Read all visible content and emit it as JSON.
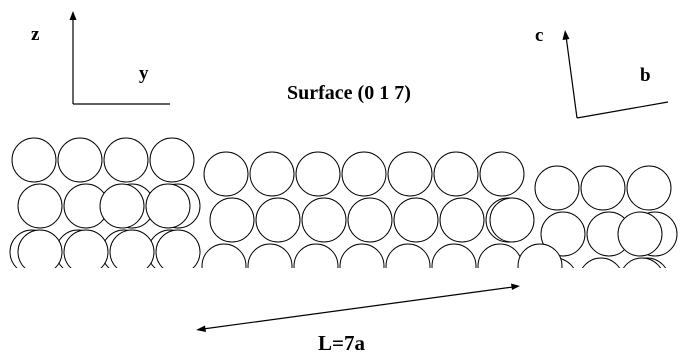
{
  "axes_left": {
    "vertical_label": "z",
    "horizontal_label": "y"
  },
  "axes_right": {
    "vertical_label": "c",
    "horizontal_label": "b"
  },
  "surface_label": "Surface (0 1 7)",
  "length_label": "L=7a"
}
